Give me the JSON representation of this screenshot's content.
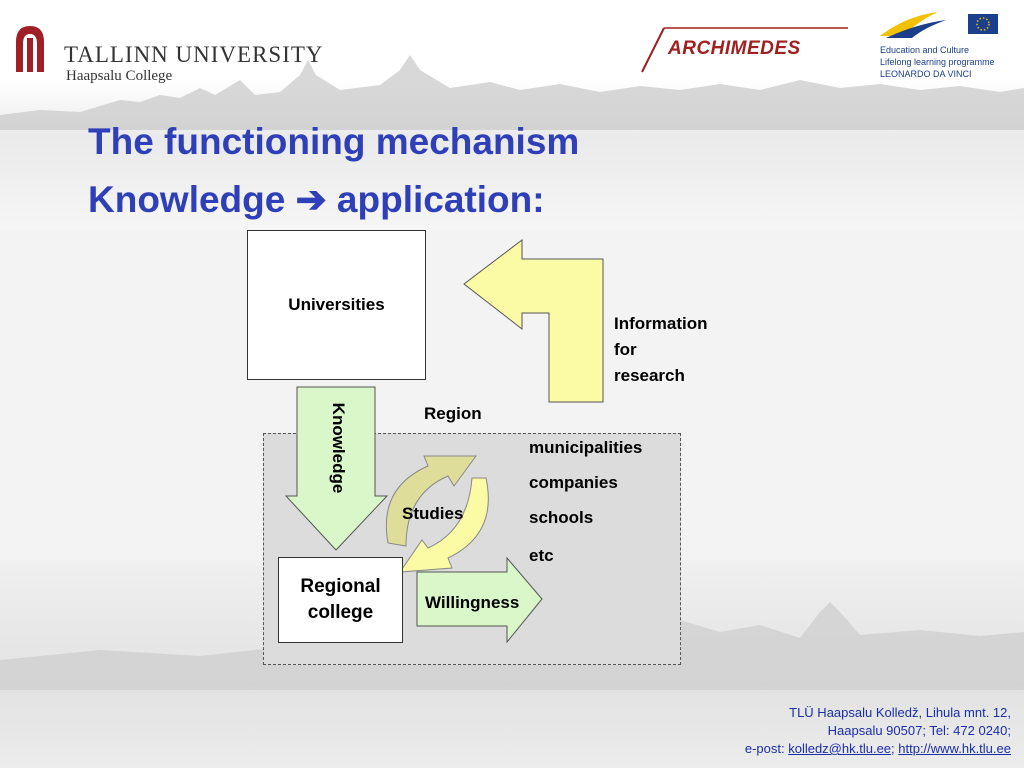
{
  "header": {
    "university_name": "TALLINN UNIVERSITY",
    "college_name": "Haapsalu College",
    "archimedes_logo": "ARCHIMEDES",
    "eu_programme_lines": [
      "Education and Culture",
      "Lifelong learning programme",
      "LEONARDO DA VINCI"
    ]
  },
  "title": {
    "line1": "The functioning mechanism",
    "line2_part1": "Knowledge",
    "arrow_glyph": "➔",
    "line2_part2": "application:"
  },
  "diagram": {
    "universities": "Universities",
    "information_lines": [
      "Information",
      "for",
      "research"
    ],
    "region": "Region",
    "knowledge": "Knowledge",
    "studies": "Studies",
    "region_items": [
      "municipalities",
      "companies",
      "schools",
      "etc"
    ],
    "regional_college_lines": [
      "Regional",
      "college"
    ],
    "willingness": "Willingness"
  },
  "footer": {
    "line1": "TLÜ Haapsalu Kolledž, Lihula mnt. 12,",
    "line2": "Haapsalu 90507; Tel: 472 0240;",
    "epost_label": "e-post: ",
    "email": "kolledz@hk.tlu.ee",
    "separator": "; ",
    "website": "http://www.hk.tlu.ee"
  },
  "colors": {
    "title": "#2f3fb8",
    "knowledge_arrow": "#d9f7c9",
    "info_arrow": "#fbfba6",
    "studies_arrows": "#dede9a",
    "archimedes": "#a02020",
    "tlu_logo": "#a02028"
  }
}
